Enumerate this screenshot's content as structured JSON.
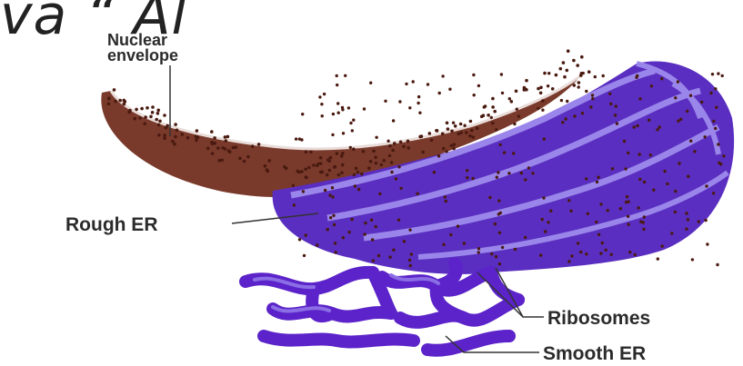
{
  "header": {
    "cropped_text": "va “ Al"
  },
  "labels": {
    "nuclear_line1": "Nuclear",
    "nuclear_line2": "envelope",
    "rough_er": "Rough ER",
    "ribosomes": "Ribosomes",
    "smooth_er": "Smooth ER"
  },
  "colors": {
    "envelope": "#7a3a2b",
    "rough_er": "#5a2ec0",
    "rough_er_highlight": "#9a86ea",
    "smooth_er": "#5b23c9",
    "smooth_er_highlight": "#8b6ee6",
    "ribosome": "#4a1a10"
  }
}
